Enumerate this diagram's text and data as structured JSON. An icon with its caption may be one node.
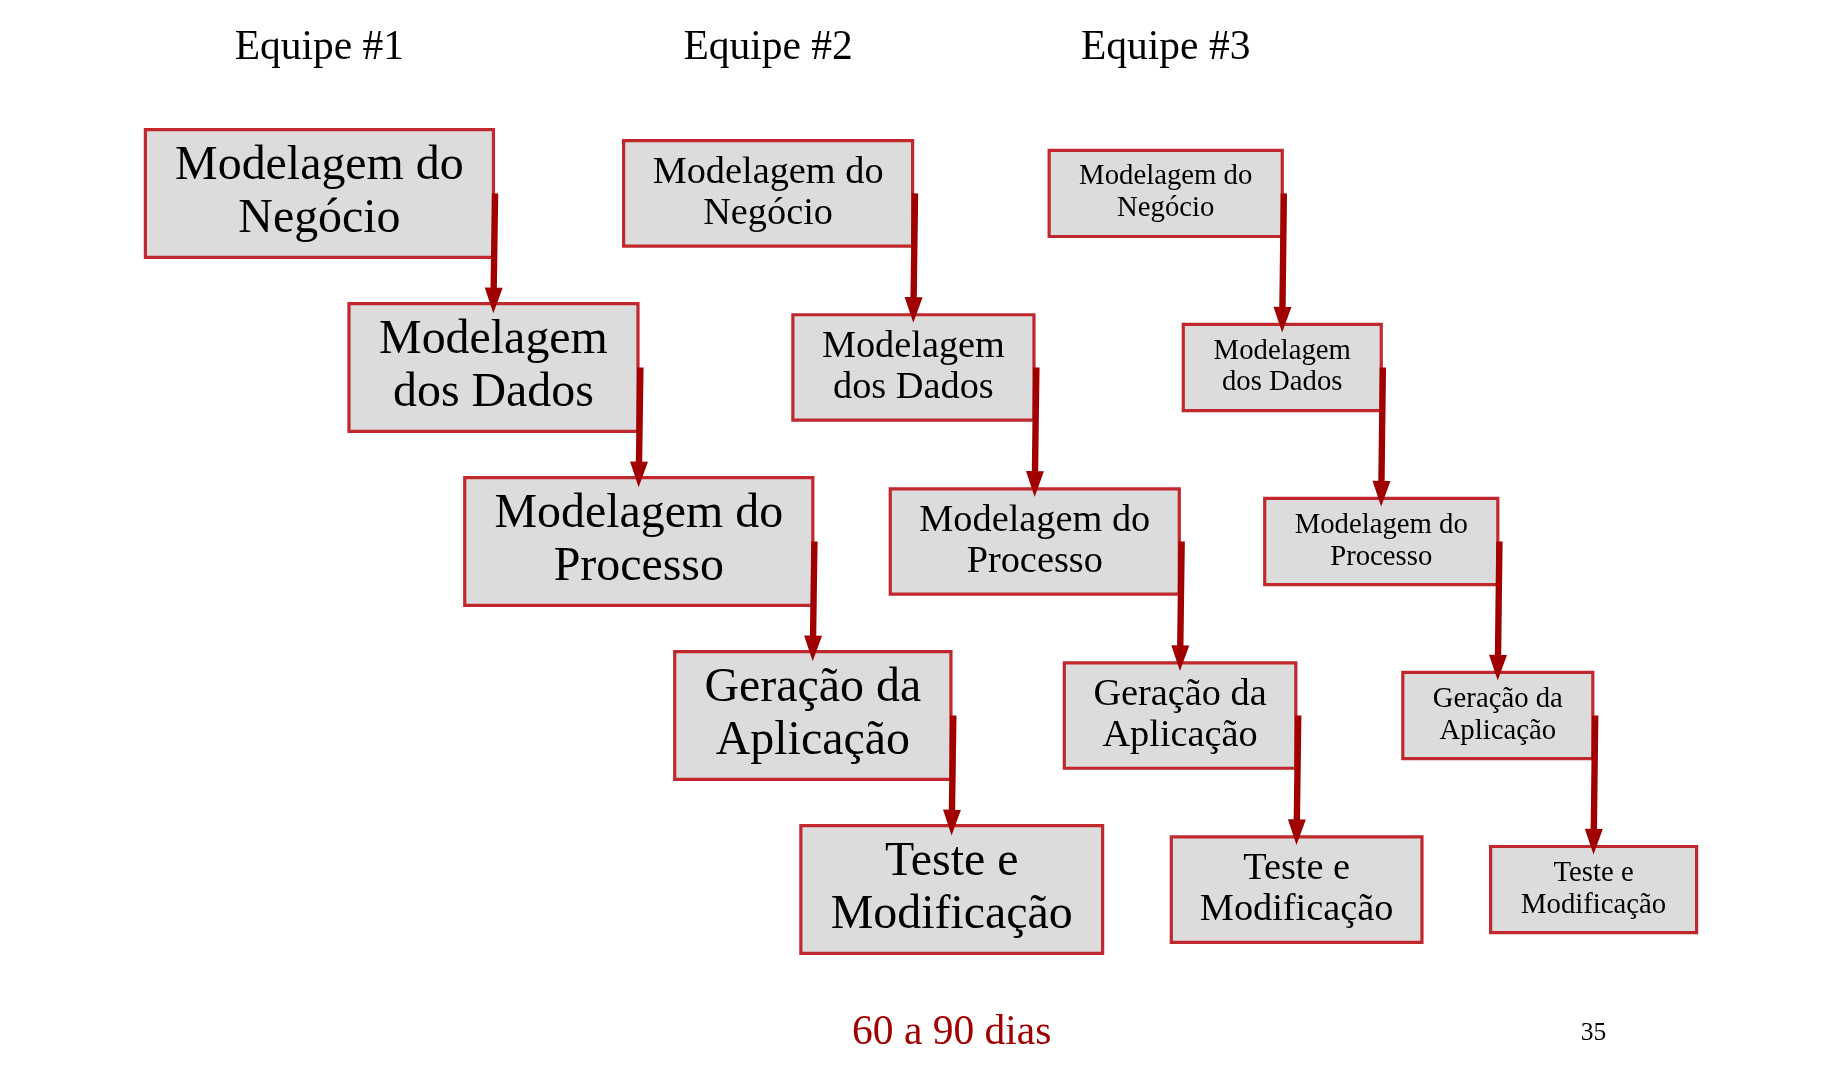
{
  "diagram": {
    "nodes": [
      {
        "text": [
          "Modelagem do Negócio"
        ]
      },
      {
        "text": [
          "Modelagem dos Dados"
        ]
      },
      {
        "text": [
          "Modelagem do Processo"
        ]
      },
      {
        "text": [
          "Geração da Aplicação"
        ]
      },
      {
        "text": [
          "Teste e Modificação"
        ]
      },
      {
        "text": [
          "Modelagem do Negócio"
        ]
      },
      {
        "text": [
          "Modelagem dos Dados"
        ]
      },
      {
        "text": [
          "Modelagem do Processo"
        ]
      },
      {
        "text": [
          "Geração da Aplicação"
        ]
      },
      {
        "text": [
          "Teste e Modificação"
        ]
      },
      {
        "text": [
          "Modelagem do Negócio"
        ]
      },
      {
        "text": [
          "Modelagem dos Dados"
        ]
      },
      {
        "text": [
          "Modelagem do Processo"
        ]
      },
      {
        "text": [
          "Geração da Aplicação"
        ]
      },
      {
        "text": [
          "Teste e Modificação"
        ]
      }
    ],
    "edges": [
      {
        "from": 0,
        "to": 1,
        "arrow": "to"
      },
      {
        "from": 1,
        "to": 2,
        "arrow": "to"
      },
      {
        "from": 2,
        "to": 3,
        "arrow": "to"
      },
      {
        "from": 3,
        "to": 4,
        "arrow": "to"
      },
      {
        "from": 5,
        "to": 6,
        "arrow": "to"
      },
      {
        "from": 6,
        "to": 7,
        "arrow": "to"
      },
      {
        "from": 7,
        "to": 8,
        "arrow": "to"
      },
      {
        "from": 8,
        "to": 9,
        "arrow": "to"
      },
      {
        "from": 10,
        "to": 11,
        "arrow": "to"
      },
      {
        "from": 11,
        "to": 12,
        "arrow": "to"
      },
      {
        "from": 12,
        "to": 13,
        "arrow": "to"
      },
      {
        "from": 13,
        "to": 14,
        "arrow": "to"
      }
    ],
    "labels": [
      "Equipe #3",
      "Equipe #1",
      "Equipe #2",
      "60 a 90 dias",
      "35"
    ]
  }
}
